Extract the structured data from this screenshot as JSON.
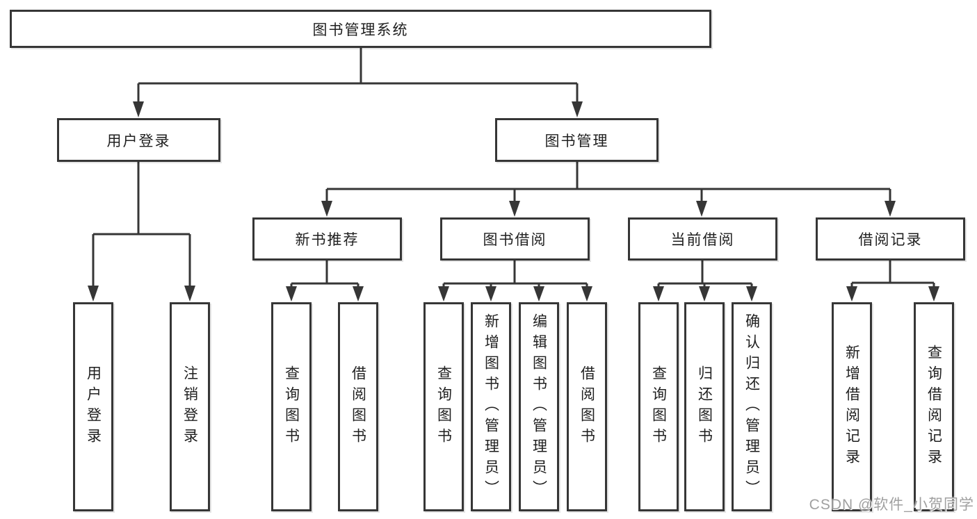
{
  "colors": {
    "line": "#363636",
    "text": "#1f1f1f",
    "background": "#ffffff",
    "watermark": "#a0a0a0"
  },
  "watermark": "CSDN @软件_小贺同学",
  "tree": {
    "root": {
      "label": "图书管理系统"
    },
    "branches": [
      {
        "label": "用户登录",
        "children": [
          {
            "label": "用户登录"
          },
          {
            "label": "注销登录"
          }
        ]
      },
      {
        "label": "图书管理",
        "children": [
          {
            "label": "新书推荐",
            "children": [
              {
                "label": "查询图书"
              },
              {
                "label": "借阅图书"
              }
            ]
          },
          {
            "label": "图书借阅",
            "children": [
              {
                "label": "查询图书"
              },
              {
                "label": "新增图书（管理员）"
              },
              {
                "label": "编辑图书（管理员）"
              },
              {
                "label": "借阅图书"
              }
            ]
          },
          {
            "label": "当前借阅",
            "children": [
              {
                "label": "查询图书"
              },
              {
                "label": "归还图书"
              },
              {
                "label": "确认归还（管理员）"
              }
            ]
          },
          {
            "label": "借阅记录",
            "children": [
              {
                "label": "新增借阅记录"
              },
              {
                "label": "查询借阅记录"
              }
            ]
          }
        ]
      }
    ]
  }
}
